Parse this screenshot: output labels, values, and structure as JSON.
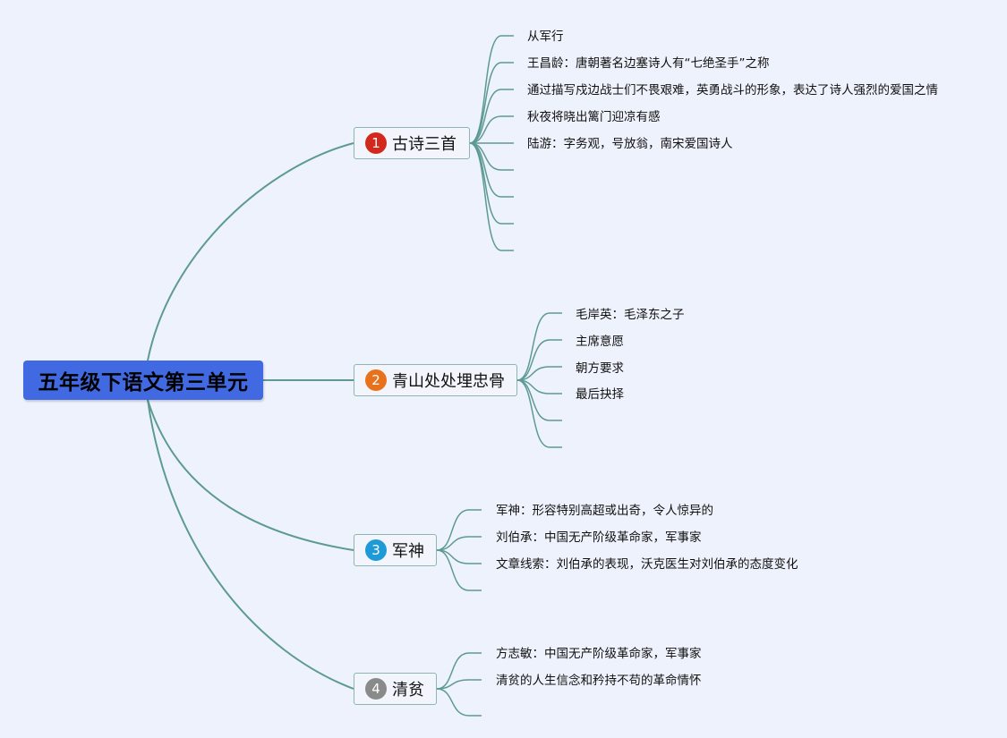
{
  "root": {
    "label": "五年级下语文第三单元"
  },
  "branches": [
    {
      "number": "1",
      "label": "古诗三首",
      "badge_color": "#d2291c",
      "items": [
        "从军行",
        "王昌龄：唐朝著名边塞诗人有“七绝圣手”之称",
        "通过描写戍边战士们不畏艰难，英勇战斗的形象，表达了诗人强烈的爱国之情",
        "秋夜将晓出篱门迎凉有感",
        "陆游：字务观，号放翁，南宋爱国诗人",
        "",
        "",
        "",
        ""
      ]
    },
    {
      "number": "2",
      "label": "青山处处埋忠骨",
      "badge_color": "#e8711c",
      "items": [
        "毛岸英：毛泽东之子",
        "主席意愿",
        "朝方要求",
        "最后抉择",
        "",
        ""
      ]
    },
    {
      "number": "3",
      "label": "军神",
      "badge_color": "#1e9ad6",
      "items": [
        "军神：形容特别高超或出奇，令人惊异的",
        "刘伯承：中国无产阶级革命家，军事家",
        "文章线索：刘伯承的表现，沃克医生对刘伯承的态度变化",
        ""
      ]
    },
    {
      "number": "4",
      "label": "清贫",
      "badge_color": "#8a8a8a",
      "items": [
        "方志敏：中国无产阶级革命家，军事家",
        "清贫的人生信念和矜持不苟的革命情怀",
        ""
      ]
    }
  ],
  "colors": {
    "line": "#5d9a94",
    "root_bg": "#4169e1",
    "background": "#eef2fc"
  }
}
